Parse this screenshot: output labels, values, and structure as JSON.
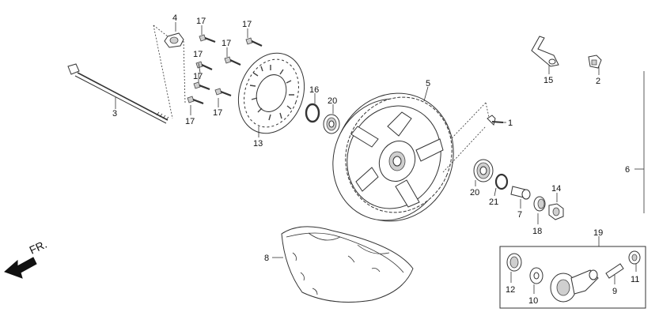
{
  "direction_label": "FR.",
  "callouts": [
    {
      "id": "p4",
      "text": "4"
    },
    {
      "id": "p17a",
      "text": "17"
    },
    {
      "id": "p17b",
      "text": "17"
    },
    {
      "id": "p17c",
      "text": "17"
    },
    {
      "id": "p17d",
      "text": "17"
    },
    {
      "id": "p17e",
      "text": "17"
    },
    {
      "id": "p17f",
      "text": "17"
    },
    {
      "id": "p17g",
      "text": "17"
    },
    {
      "id": "p3",
      "text": "3"
    },
    {
      "id": "p13",
      "text": "13"
    },
    {
      "id": "p16",
      "text": "16"
    },
    {
      "id": "p20a",
      "text": "20"
    },
    {
      "id": "p5",
      "text": "5"
    },
    {
      "id": "p1",
      "text": "1"
    },
    {
      "id": "p15",
      "text": "15"
    },
    {
      "id": "p2",
      "text": "2"
    },
    {
      "id": "p6",
      "text": "6"
    },
    {
      "id": "p20b",
      "text": "20"
    },
    {
      "id": "p21",
      "text": "21"
    },
    {
      "id": "p7",
      "text": "7"
    },
    {
      "id": "p14",
      "text": "14"
    },
    {
      "id": "p18",
      "text": "18"
    },
    {
      "id": "p8",
      "text": "8"
    },
    {
      "id": "p19",
      "text": "19"
    },
    {
      "id": "p12",
      "text": "12"
    },
    {
      "id": "p10",
      "text": "10"
    },
    {
      "id": "p9",
      "text": "9"
    },
    {
      "id": "p11",
      "text": "11"
    }
  ]
}
